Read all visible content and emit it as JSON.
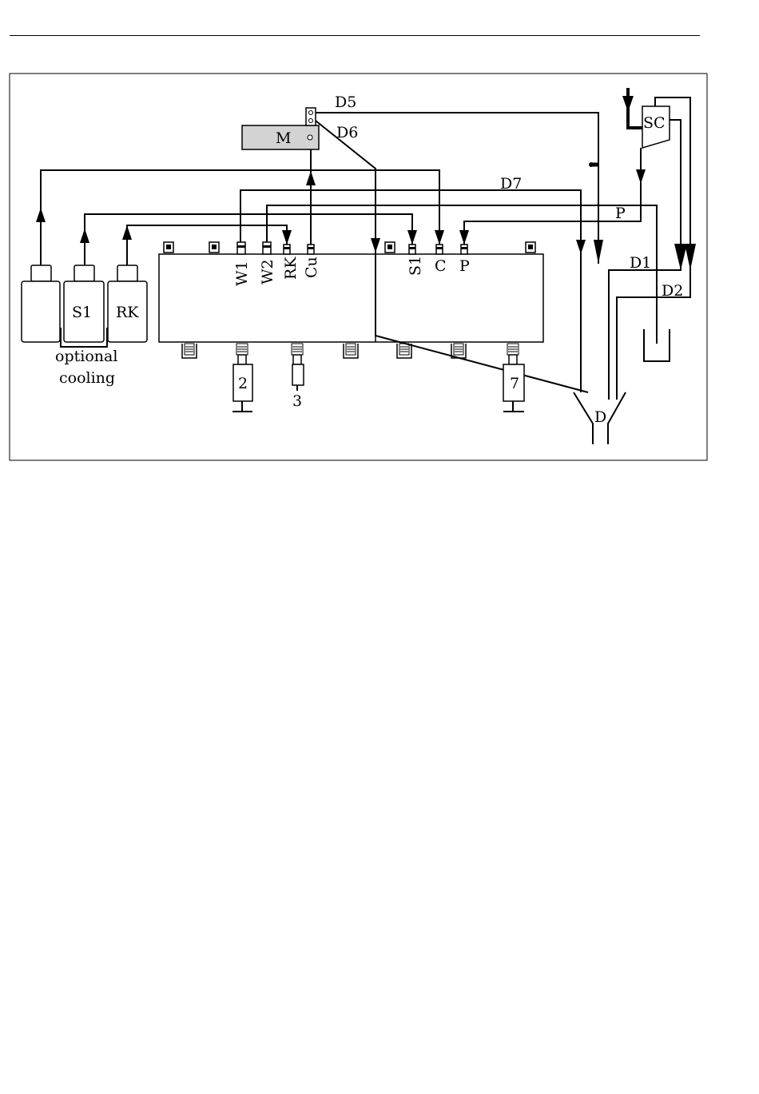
{
  "diagram": {
    "labels": {
      "D5": "D5",
      "D6": "D6",
      "D7": "D7",
      "D1": "D1",
      "D2": "D2",
      "M": "M",
      "SC": "SC",
      "P_line": "P",
      "D_drain": "D",
      "bottle_S1": "S1",
      "bottle_RK": "RK",
      "optional": "optional",
      "cooling": "cooling",
      "port_W1": "W1",
      "port_W2": "W2",
      "port_RK": "RK",
      "port_Cu": "Cu",
      "port_S1": "S1",
      "port_C": "C",
      "port_P": "P",
      "pump_2": "2",
      "valve_3": "3",
      "pump_7": "7"
    },
    "colors": {
      "stroke": "#000000",
      "motor_fill": "#d3d3d3",
      "background": "#ffffff"
    }
  }
}
